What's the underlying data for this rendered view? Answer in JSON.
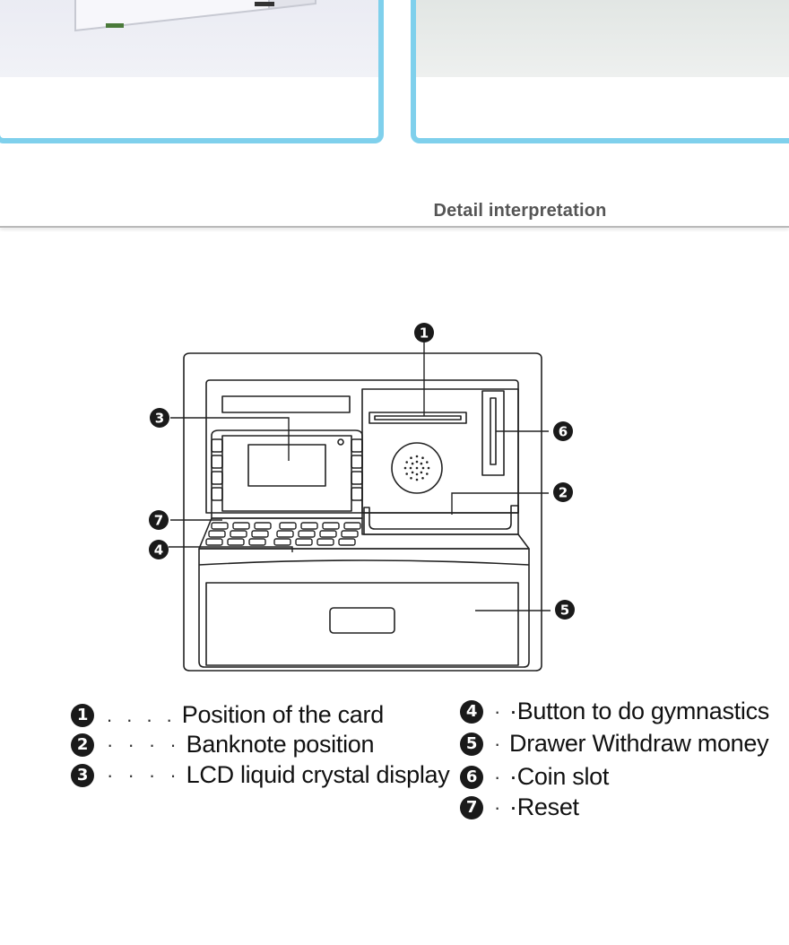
{
  "section": {
    "title": "Detail interpretation"
  },
  "callouts": [
    "1",
    "2",
    "3",
    "4",
    "5",
    "6",
    "7"
  ],
  "legend": [
    {
      "n": "1",
      "sep": ". . . .",
      "label": "Position of the card"
    },
    {
      "n": "2",
      "sep": "· · · ·",
      "label": "Banknote position"
    },
    {
      "n": "3",
      "sep": "· · · ·",
      "label": "LCD liquid crystal display"
    },
    {
      "n": "4",
      "sep": "·",
      "label": "·Button to do gymnastics"
    },
    {
      "n": "5",
      "sep": "·",
      "label": "Drawer Withdraw money"
    },
    {
      "n": "6",
      "sep": "·",
      "label": "·Coin slot"
    },
    {
      "n": "7",
      "sep": "·",
      "label": "·Reset"
    }
  ],
  "colors": {
    "panel_border": "#7fd0ec",
    "line": "#222222"
  }
}
